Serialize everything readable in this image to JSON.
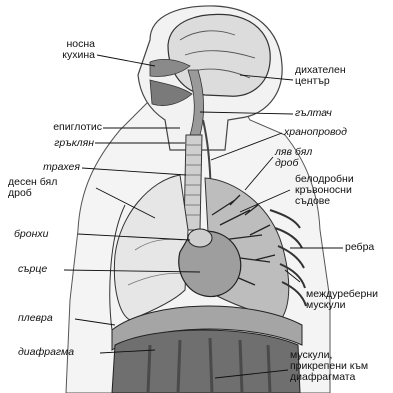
{
  "labels": {
    "nasal_cavity": [
      "носна",
      "кухина"
    ],
    "respiratory_center": [
      "дихателен",
      "център"
    ],
    "pharynx": "гълтач",
    "epiglottis": "епиглотис",
    "esophagus": "хранопровод",
    "larynx": "гръклян",
    "left_lung": [
      "ляв бял",
      "дроб"
    ],
    "trachea": "трахея",
    "right_lung": [
      "десен бял",
      "дроб"
    ],
    "pulmonary_vessels": [
      "белодробни",
      "кръвоносни",
      "съдове"
    ],
    "bronchi": "бронхи",
    "ribs": "ребра",
    "heart": "сърце",
    "intercostal_muscles": [
      "междуреберни",
      "мускули"
    ],
    "pleura": "плевра",
    "diaphragm": "диафрагма",
    "diaphragm_muscles": [
      "мускули,",
      "прикрепени към",
      "диафрагмата"
    ]
  },
  "colors": {
    "ink": "#111111",
    "shade": "#8a8a8a",
    "light": "#d9d9d9"
  }
}
